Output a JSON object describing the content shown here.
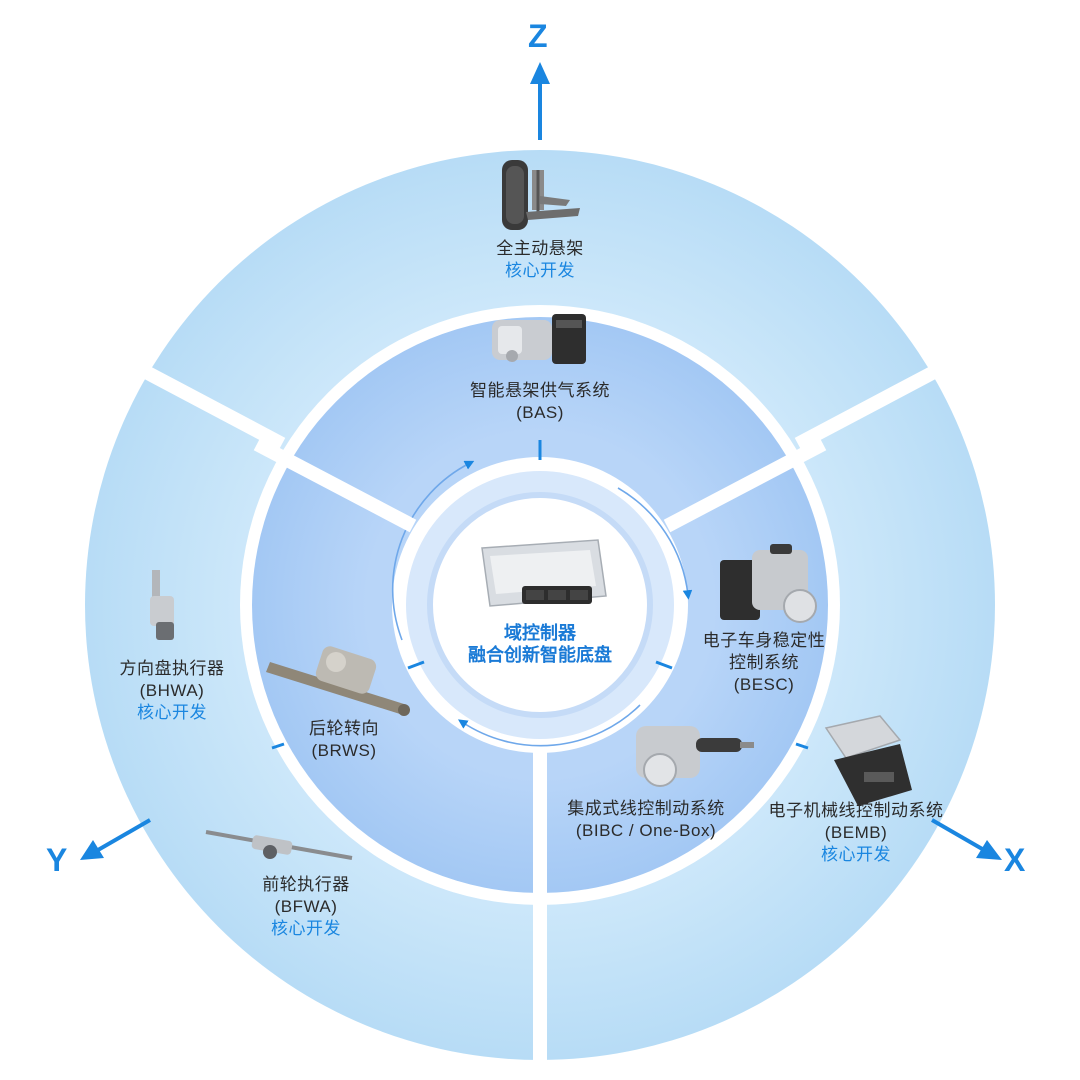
{
  "axes": {
    "z": "Z",
    "y": "Y",
    "x": "X"
  },
  "center": {
    "line1": "域控制器",
    "line2": "融合创新智能底盘"
  },
  "components": {
    "active_suspension": {
      "name": "全主动悬架",
      "tag": "核心开发",
      "icon": "suspension-strut-icon"
    },
    "bas": {
      "name": "智能悬架供气系统",
      "code": "(BAS)",
      "icon": "air-supply-unit-icon"
    },
    "besc": {
      "name1": "电子车身稳定性",
      "name2": "控制系统",
      "code": "(BESC)",
      "icon": "esc-module-icon"
    },
    "bibc": {
      "name": "集成式线控制动系统",
      "code": "(BIBC / One-Box)",
      "icon": "brake-booster-icon"
    },
    "bemb": {
      "name": "电子机械线控制动系统",
      "code": "(BEMB)",
      "tag": "核心开发",
      "icon": "brake-caliper-icon"
    },
    "brws": {
      "name": "后轮转向",
      "code": "(BRWS)",
      "icon": "rear-steering-actuator-icon"
    },
    "bhwa": {
      "name": "方向盘执行器",
      "code": "(BHWA)",
      "tag": "核心开发",
      "icon": "steering-column-icon"
    },
    "bfwa": {
      "name": "前轮执行器",
      "code": "(BFWA)",
      "tag": "核心开发",
      "icon": "steering-rack-icon"
    }
  },
  "colors": {
    "outer_ring": "#bfe1f8",
    "middle_ring": "#a9cdf6",
    "center_halo": "#cfe3fb",
    "accent": "#1a86e0",
    "divider": "#ffffff"
  }
}
